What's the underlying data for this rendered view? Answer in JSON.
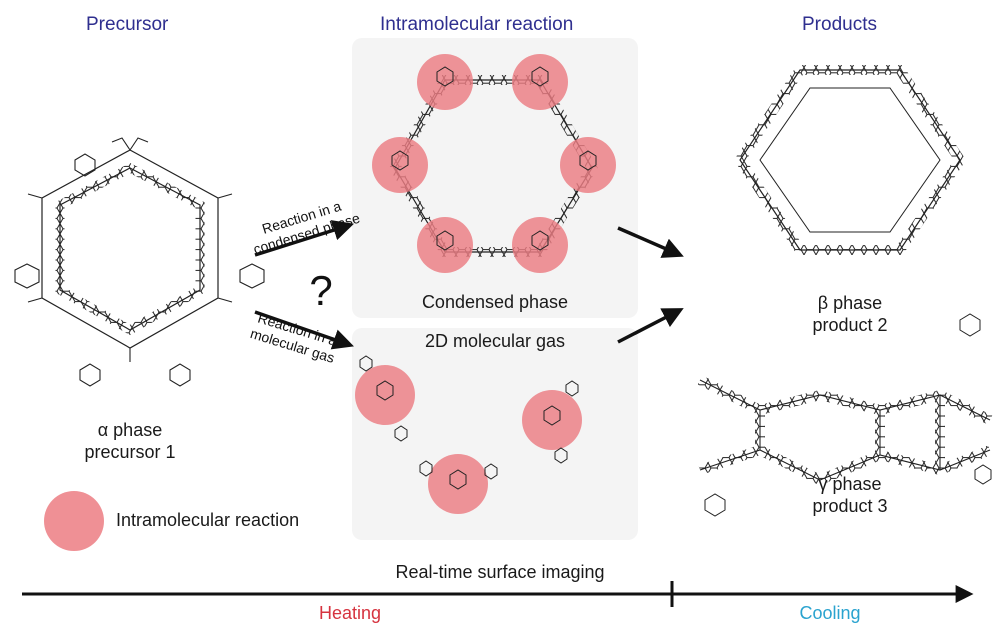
{
  "headers": {
    "precursor": "Precursor",
    "intramolecular": "Intramolecular reaction",
    "products": "Products"
  },
  "precursor": {
    "phase": "α phase",
    "name": "precursor 1"
  },
  "paths": {
    "condensed_line1": "Reaction in a",
    "condensed_line2": "condensed phase",
    "gas_line1": "Reaction in a",
    "gas_line2": "molecular gas",
    "question": "?"
  },
  "panels": {
    "condensed": "Condensed phase",
    "gas": "2D molecular gas"
  },
  "products": {
    "beta_phase": "β phase",
    "beta_name": "product 2",
    "gamma_phase": "γ phase",
    "gamma_name": "product 3"
  },
  "legend": {
    "label": "Intramolecular reaction"
  },
  "timeline": {
    "caption": "Real-time surface imaging",
    "heating": "Heating",
    "cooling": "Cooling"
  },
  "colors": {
    "header": "#2f2f8f",
    "reaction_circle": "#ec7d83",
    "heating": "#d6333f",
    "cooling": "#2aa3cf",
    "panel_bg": "#f4f4f4"
  }
}
